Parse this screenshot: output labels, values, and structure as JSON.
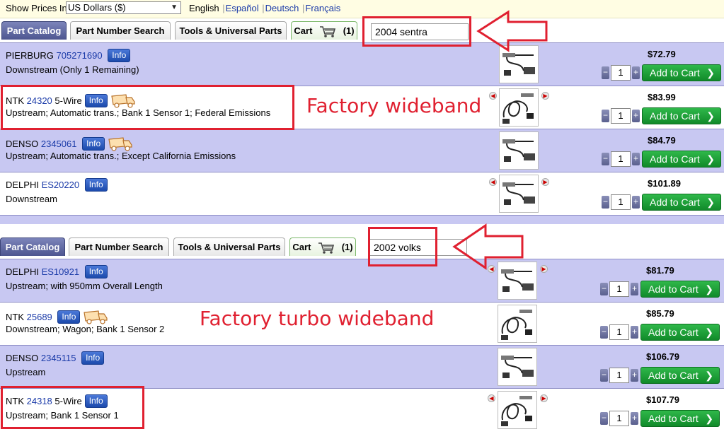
{
  "top_bar": {
    "show_prices_label": "Show Prices In",
    "currency_value": "US Dollars ($)",
    "languages": [
      "English",
      "Español",
      "Deutsch",
      "Français"
    ]
  },
  "panel1": {
    "tabs": {
      "catalog": "Part Catalog",
      "part_number": "Part Number Search",
      "tools": "Tools & Universal Parts",
      "cart": "Cart",
      "cart_count": "(1)"
    },
    "search_value": "2004 sentra",
    "annotation": "Factory wideband",
    "rows": [
      {
        "brand": "PIERBURG",
        "part_number": "705271690",
        "extra": "",
        "info": "Info",
        "description": "Downstream (Only 1 Remaining)",
        "price": "$72.79",
        "qty": "1",
        "add_label": "Add to Cart"
      },
      {
        "brand": "NTK",
        "part_number": "24320",
        "extra": "5-Wire",
        "info": "Info",
        "description": "Upstream; Automatic trans.; Bank 1 Sensor 1; Federal Emissions",
        "price": "$83.99",
        "qty": "1",
        "add_label": "Add to Cart"
      },
      {
        "brand": "DENSO",
        "part_number": "2345061",
        "extra": "",
        "info": "Info",
        "description": "Upstream; Automatic trans.; Except California Emissions",
        "price": "$84.79",
        "qty": "1",
        "add_label": "Add to Cart"
      },
      {
        "brand": "DELPHI",
        "part_number": "ES20220",
        "extra": "",
        "info": "Info",
        "description": "Downstream",
        "price": "$101.89",
        "qty": "1",
        "add_label": "Add to Cart"
      }
    ]
  },
  "panel2": {
    "tabs": {
      "catalog": "Part Catalog",
      "part_number": "Part Number Search",
      "tools": "Tools & Universal Parts",
      "cart": "Cart",
      "cart_count": "(1)"
    },
    "search_value": "2002 volks",
    "annotation": "Factory turbo wideband",
    "rows": [
      {
        "brand": "DELPHI",
        "part_number": "ES10921",
        "extra": "",
        "info": "Info",
        "description": "Upstream; with 950mm Overall Length",
        "price": "$81.79",
        "qty": "1",
        "add_label": "Add to Cart"
      },
      {
        "brand": "NTK",
        "part_number": "25689",
        "extra": "",
        "info": "Info",
        "description": "Downstream; Wagon; Bank 1 Sensor 2",
        "price": "$85.79",
        "qty": "1",
        "add_label": "Add to Cart"
      },
      {
        "brand": "DENSO",
        "part_number": "2345115",
        "extra": "",
        "info": "Info",
        "description": "Upstream",
        "price": "$106.79",
        "qty": "1",
        "add_label": "Add to Cart"
      },
      {
        "brand": "NTK",
        "part_number": "24318",
        "extra": "5-Wire",
        "info": "Info",
        "description": "Upstream; Bank 1 Sensor 1",
        "price": "$107.79",
        "qty": "1",
        "add_label": "Add to Cart"
      }
    ]
  },
  "icons": [
    "cart-icon",
    "truck-icon",
    "chevron-right-icon",
    "arrow-left-icon",
    "sensor-thumbnail"
  ],
  "colors": {
    "row_band": "#c8c8f2",
    "add_button": "#1ea336",
    "annotation": "#e02030",
    "link": "#1a3aa8",
    "active_tab": "#5a62a0"
  }
}
